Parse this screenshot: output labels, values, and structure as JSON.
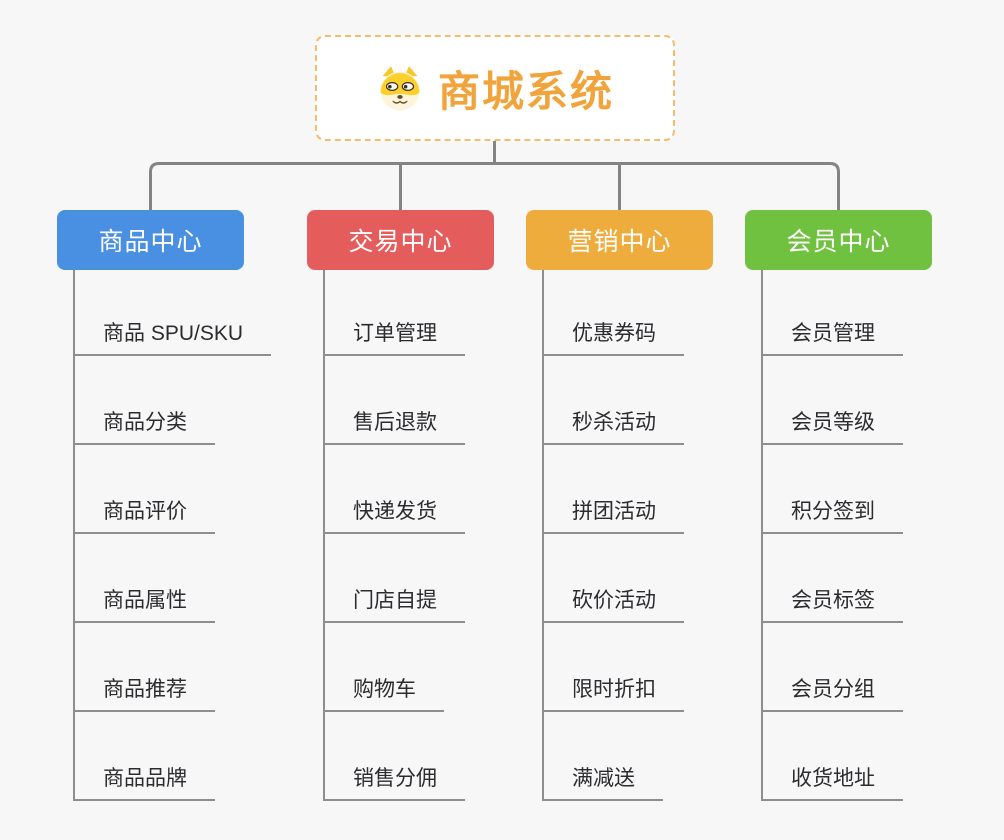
{
  "page": {
    "background_color": "#f7f7f7",
    "connector_color": "#848484",
    "underline_color": "#8e8e8e"
  },
  "root": {
    "title": "商城系统",
    "icon": "dog-face-icon",
    "title_color": "#f1a43b",
    "border_color": "#f3bd6c"
  },
  "branches": [
    {
      "title": "商品中心",
      "color": "#4a90e2",
      "items": [
        "商品 SPU/SKU",
        "商品分类",
        "商品评价",
        "商品属性",
        "商品推荐",
        "商品品牌"
      ]
    },
    {
      "title": "交易中心",
      "color": "#e45c5c",
      "items": [
        "订单管理",
        "售后退款",
        "快递发货",
        "门店自提",
        "购物车",
        "销售分佣"
      ]
    },
    {
      "title": "营销中心",
      "color": "#eeac3d",
      "items": [
        "优惠券码",
        "秒杀活动",
        "拼团活动",
        "砍价活动",
        "限时折扣",
        "满减送"
      ]
    },
    {
      "title": "会员中心",
      "color": "#6fc13f",
      "items": [
        "会员管理",
        "会员等级",
        "积分签到",
        "会员标签",
        "会员分组",
        "收货地址"
      ]
    }
  ]
}
